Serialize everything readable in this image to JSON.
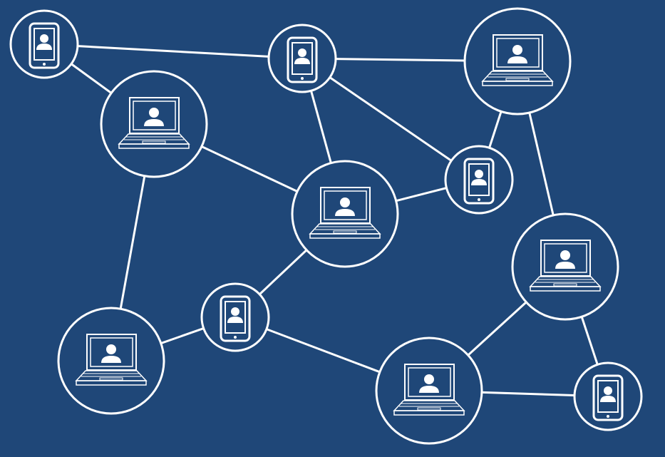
{
  "colors": {
    "background": "#1f4778",
    "stroke": "#ffffff"
  },
  "nodes": [
    {
      "type": "phone",
      "icon": "smartphone-user-icon"
    },
    {
      "type": "phone",
      "icon": "smartphone-user-icon"
    },
    {
      "type": "laptop",
      "icon": "laptop-user-icon"
    },
    {
      "type": "laptop",
      "icon": "laptop-user-icon"
    },
    {
      "type": "phone",
      "icon": "smartphone-user-icon"
    },
    {
      "type": "laptop",
      "icon": "laptop-user-icon"
    },
    {
      "type": "laptop",
      "icon": "laptop-user-icon"
    },
    {
      "type": "phone",
      "icon": "smartphone-user-icon"
    },
    {
      "type": "laptop",
      "icon": "laptop-user-icon"
    },
    {
      "type": "laptop",
      "icon": "laptop-user-icon"
    },
    {
      "type": "phone",
      "icon": "smartphone-user-icon"
    }
  ],
  "edges": [
    [
      0,
      1
    ],
    [
      0,
      3
    ],
    [
      1,
      2
    ],
    [
      1,
      5
    ],
    [
      1,
      4
    ],
    [
      2,
      4
    ],
    [
      2,
      6
    ],
    [
      3,
      5
    ],
    [
      3,
      8
    ],
    [
      5,
      4
    ],
    [
      5,
      7
    ],
    [
      7,
      8
    ],
    [
      7,
      9
    ],
    [
      9,
      6
    ],
    [
      9,
      10
    ],
    [
      6,
      10
    ]
  ]
}
